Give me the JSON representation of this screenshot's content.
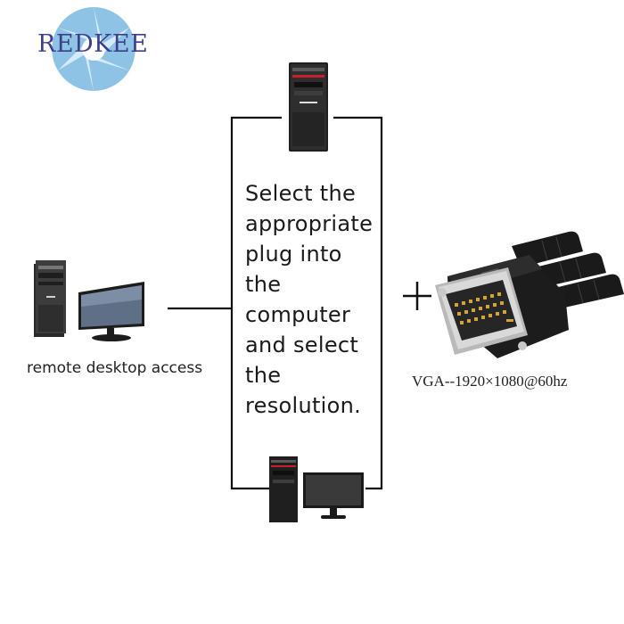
{
  "logo": {
    "text": "REDKEE",
    "icon": "camera-aperture-logo"
  },
  "instruction": {
    "lines": [
      "Select the",
      "appropriate",
      "plug into",
      "the",
      "computer",
      "and select",
      "the",
      "resolution."
    ]
  },
  "left_device": {
    "caption": "remote desktop access",
    "icon": "desktop-computer-icon"
  },
  "right_device": {
    "caption": "VGA--1920×1080@60hz",
    "icon": "dvi-adapter-plug"
  },
  "top_device": {
    "icon": "tower-pc-icon"
  },
  "bottom_device": {
    "icon": "pc-and-monitor-icon"
  },
  "colors": {
    "logo_blue": "#8ec3e6",
    "logo_text": "#3b3f8c",
    "line": "#111111",
    "plug": "#1c1c1c",
    "accent_red": "#c8202c"
  }
}
